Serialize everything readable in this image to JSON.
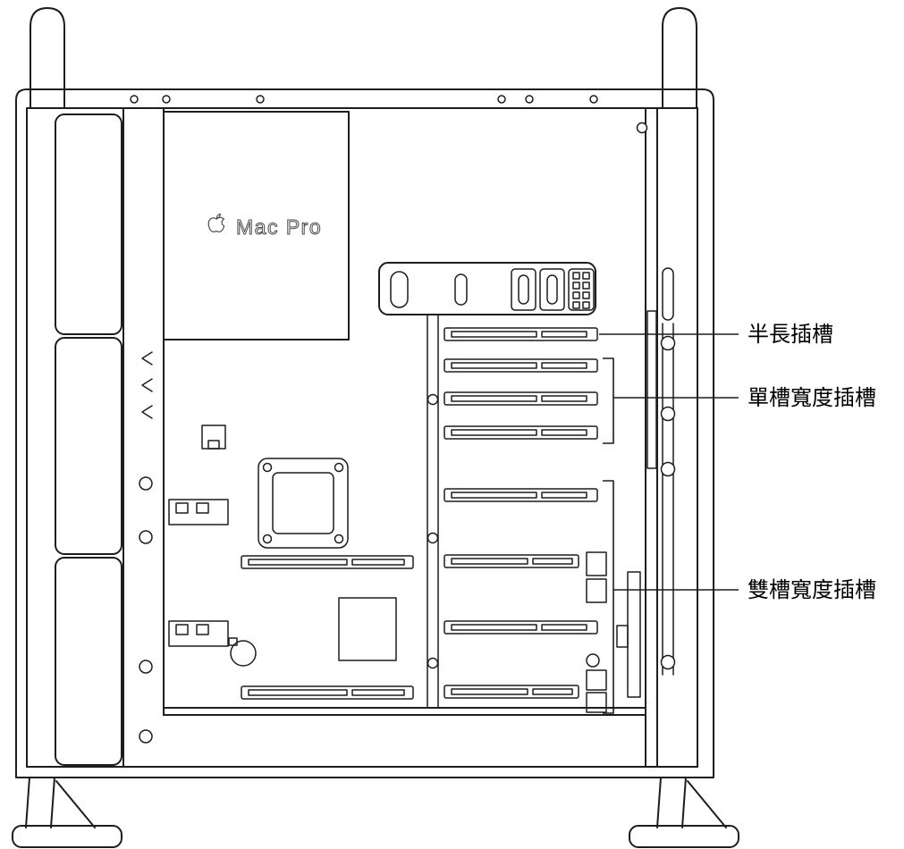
{
  "diagram": {
    "logo": {
      "apple_icon": "apple-logo",
      "text": "Mac Pro"
    },
    "callouts": [
      {
        "id": "half-length-slot",
        "label": "半長插槽"
      },
      {
        "id": "single-wide-slots",
        "label": "單槽寬度插槽"
      },
      {
        "id": "double-wide-slots",
        "label": "雙槽寬度插槽"
      }
    ],
    "colors": {
      "line": "#1d1d1f",
      "logo_outline": "#4a4a4c",
      "label_text": "#000000",
      "background": "#ffffff"
    }
  }
}
